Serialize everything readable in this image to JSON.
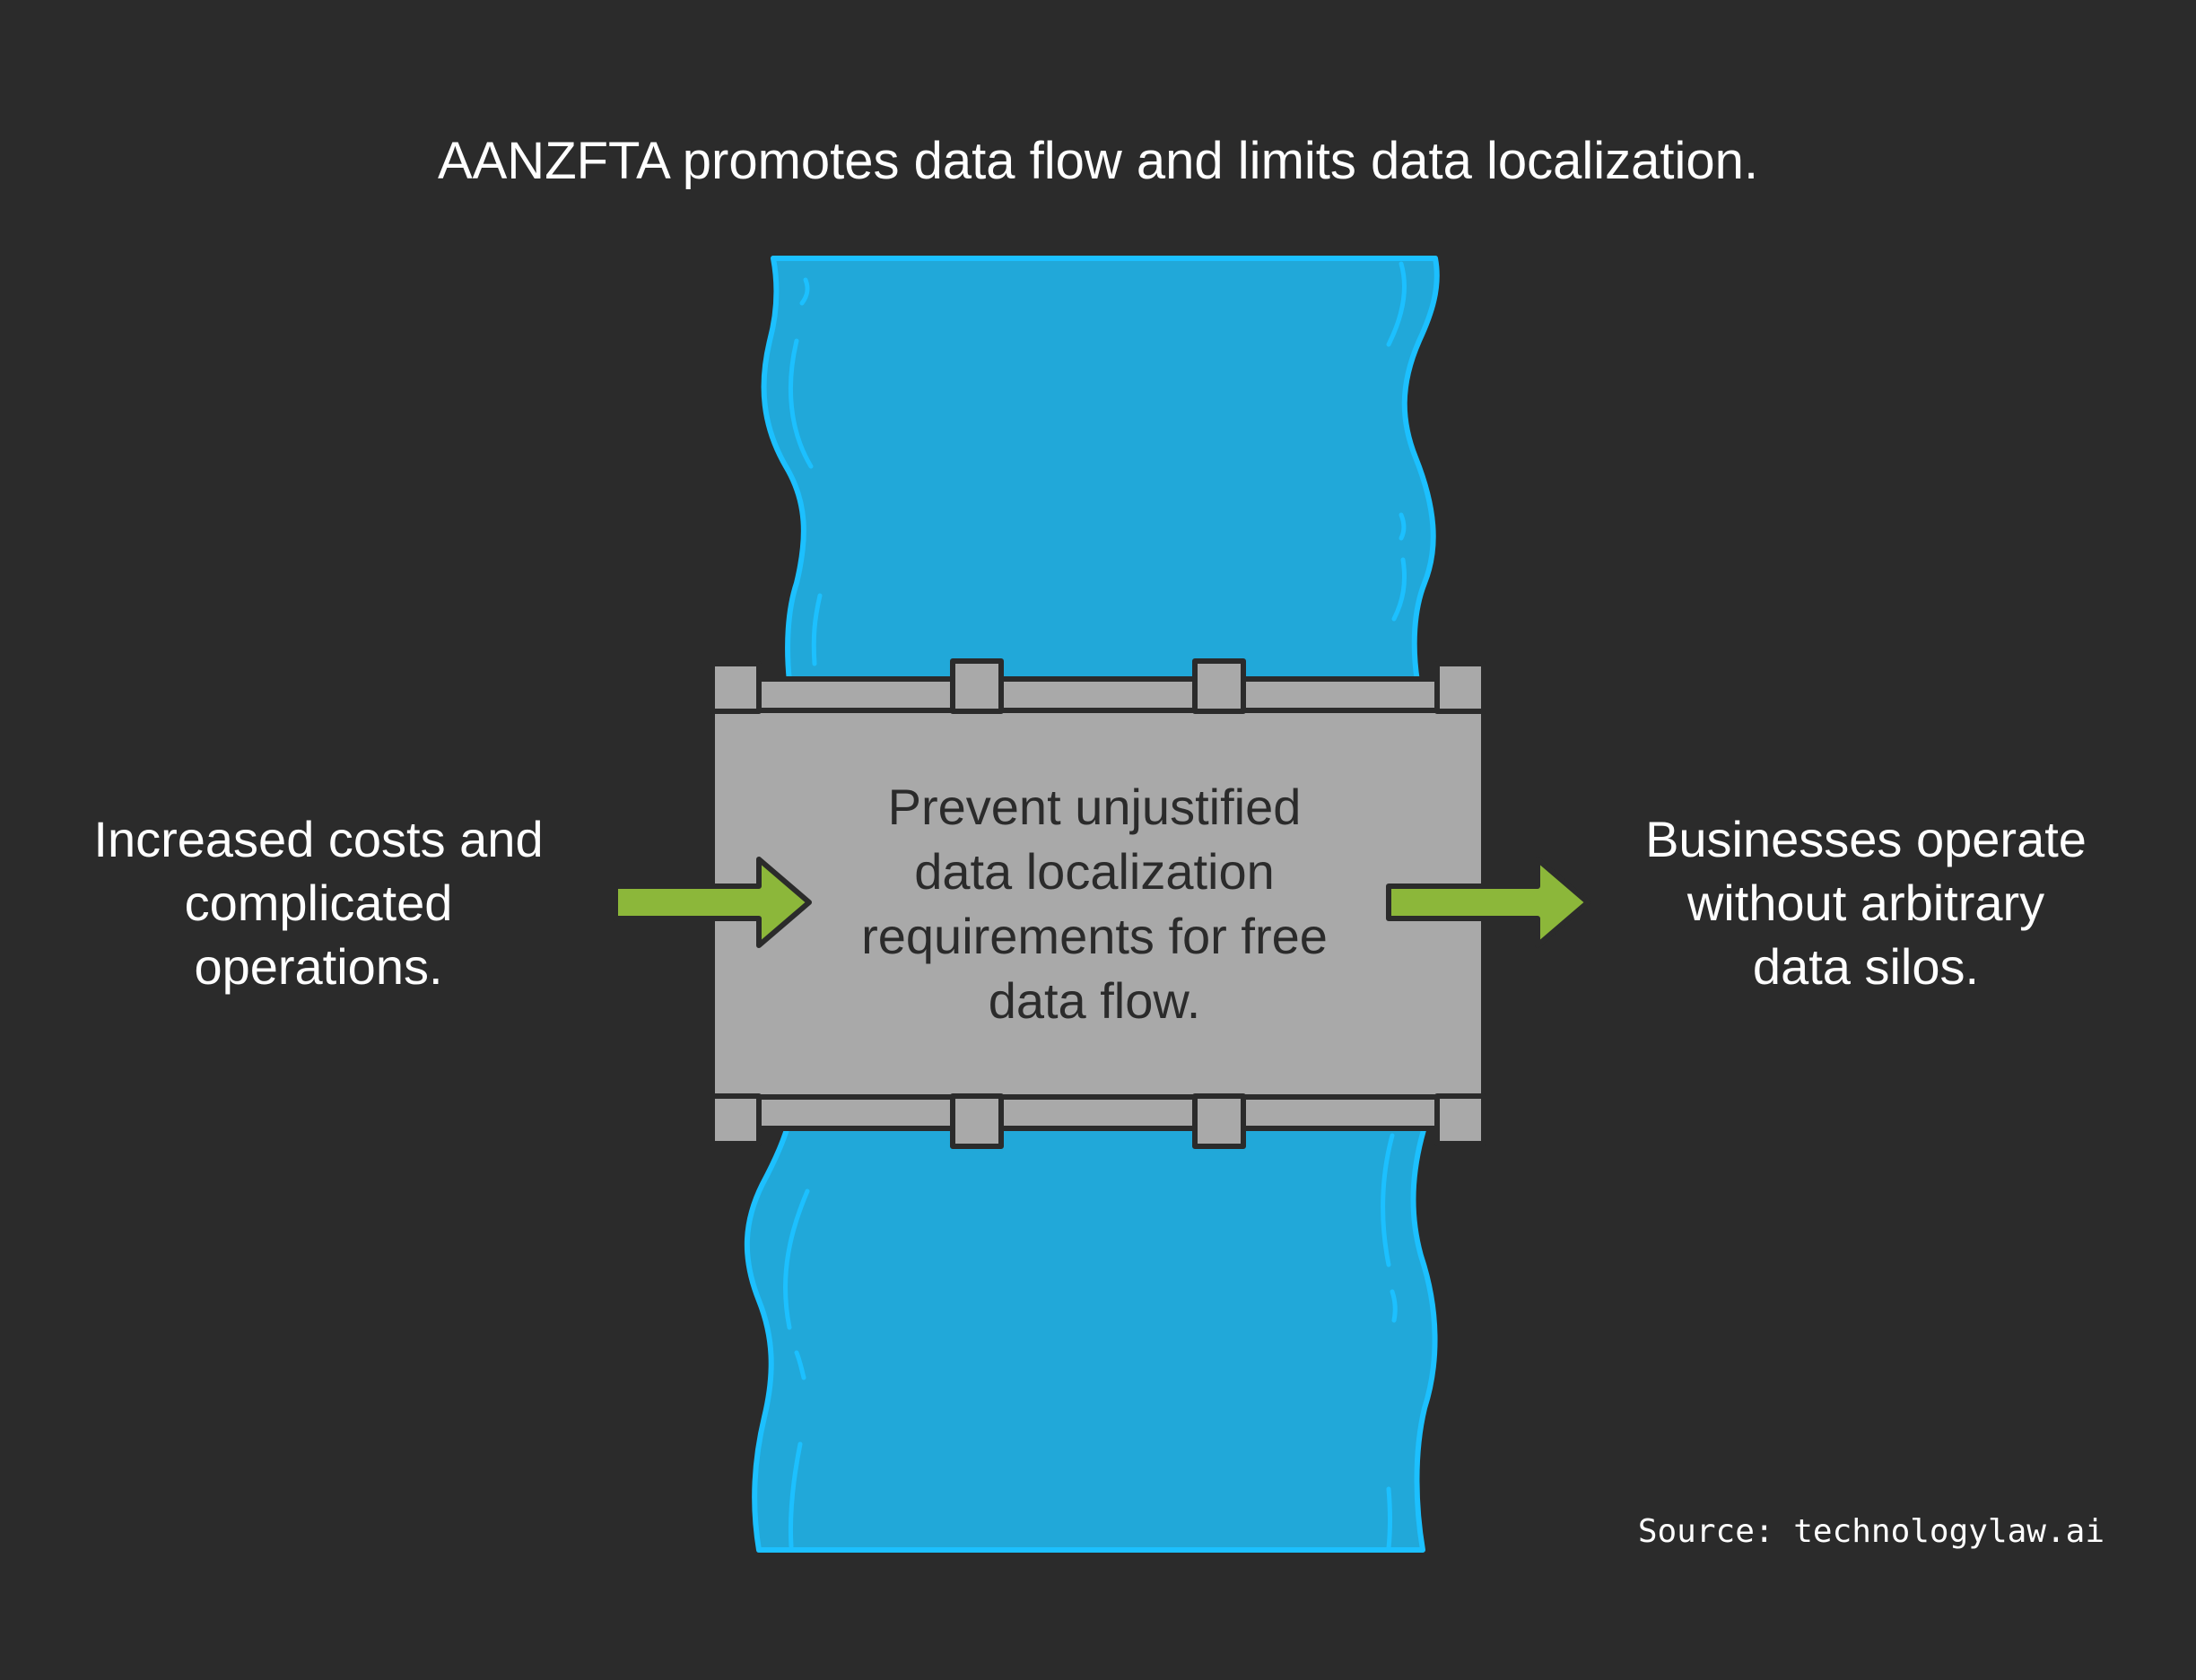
{
  "diagram": {
    "title": "AANZFTA promotes data flow and limits data localization.",
    "input": {
      "lines": [
        "Increased costs and",
        "complicated",
        "operations."
      ]
    },
    "process": {
      "lines": [
        "Prevent unjustified",
        "data localization",
        "requirements for free",
        "data flow."
      ]
    },
    "output": {
      "lines": [
        "Businesses operate",
        "without arbitrary",
        "data silos."
      ]
    },
    "source": "Source: technologylaw.ai",
    "colors": {
      "background": "#2b2b2b",
      "stream": "#21a8d9",
      "stream_edge": "#1cc0ff",
      "barrier": "#a9a9a9",
      "outline": "#2b2b2b",
      "arrow": "#8cb73a",
      "text_light": "#ffffff",
      "text_dark": "#2b2b2b"
    }
  }
}
